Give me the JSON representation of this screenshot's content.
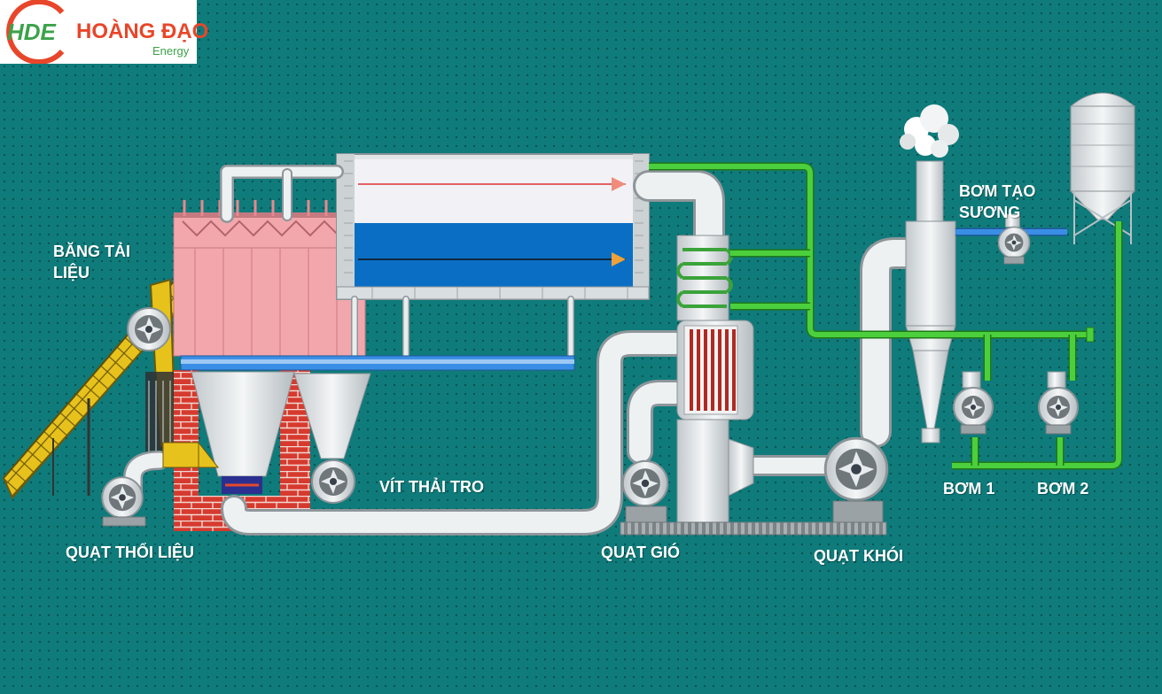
{
  "logo": {
    "mark": "HDE",
    "brand": "HOÀNG ĐẠO",
    "sub": "Energy"
  },
  "labels": {
    "bang_tai": "BĂNG TẢI LIỆU",
    "vit_thai_tro": "VÍT THẢI TRO",
    "quat_thoi_lieu": "QUẠT THỔI LIỆU",
    "quat_gio": "QUẠT GIÓ",
    "quat_khoi": "QUẠT KHÓI",
    "bom_tao_suong": "BƠM TẠO SƯƠNG",
    "bom_1": "BƠM 1",
    "bom_2": "BƠM 2"
  },
  "colors": {
    "background": "#0f7b7b",
    "water": "#0a6fc4",
    "steam_space": "#f2f2f6",
    "brick": "#d63a2e",
    "furnace_pink": "#f2a7ad",
    "pipe_gray": "#e4e8ea",
    "pipe_green": "#4ccf3d",
    "pipe_blue": "#3a8ee6",
    "conveyor": "#e8c21c",
    "brand_red": "#e8462a",
    "brand_green": "#3ba24a"
  },
  "icons": [
    "fan-icon",
    "pump-icon",
    "silo-icon",
    "smoke-icon",
    "conveyor-icon"
  ]
}
